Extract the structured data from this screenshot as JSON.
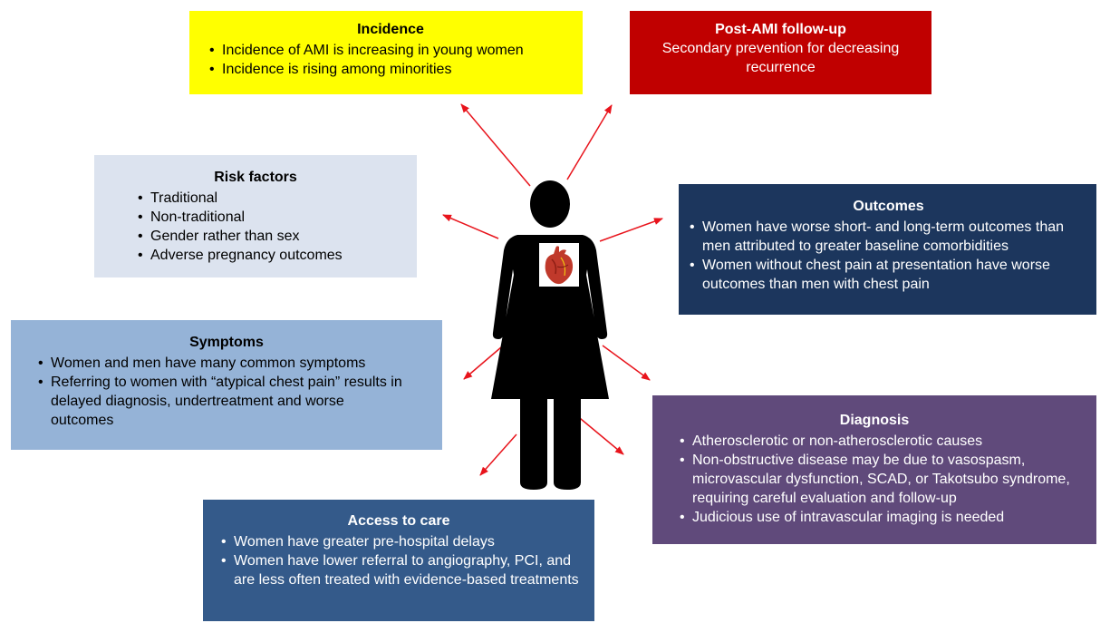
{
  "incidence": {
    "title": "Incidence",
    "items": [
      "Incidence of AMI is increasing in young women",
      "Incidence is rising among minorities"
    ]
  },
  "post_ami": {
    "title": "Post-AMI follow-up",
    "text": "Secondary prevention for decreasing recurrence"
  },
  "risk_factors": {
    "title": "Risk factors",
    "items": [
      "Traditional",
      "Non-traditional",
      "Gender rather than sex",
      "Adverse pregnancy outcomes"
    ]
  },
  "outcomes": {
    "title": "Outcomes",
    "items": [
      "Women have worse short- and long-term outcomes than men attributed to greater baseline comorbidities",
      "Women without chest pain at presentation have worse outcomes than men with chest pain"
    ]
  },
  "symptoms": {
    "title": "Symptoms",
    "items": [
      "Women and men have many common symptoms",
      "Referring to women with “atypical chest pain” results in delayed diagnosis, undertreatment and worse outcomes"
    ]
  },
  "diagnosis": {
    "title": "Diagnosis",
    "items": [
      "Atherosclerotic or non-atherosclerotic causes",
      "Non-obstructive disease may be due to vasospasm, microvascular dysfunction, SCAD, or Takotsubo syndrome, requiring careful evaluation and follow-up",
      "Judicious use of intravascular imaging is needed"
    ]
  },
  "access": {
    "title": "Access to care",
    "items": [
      "Women have greater pre-hospital delays",
      "Women have lower referral to angiography, PCI, and are less often treated with evidence-based treatments"
    ]
  },
  "colors": {
    "arrow": "#e8141c",
    "figure": "#000000",
    "heart": "#c0392b"
  },
  "icons": {
    "figure": "woman-silhouette-icon",
    "heart": "anatomical-heart-icon"
  }
}
